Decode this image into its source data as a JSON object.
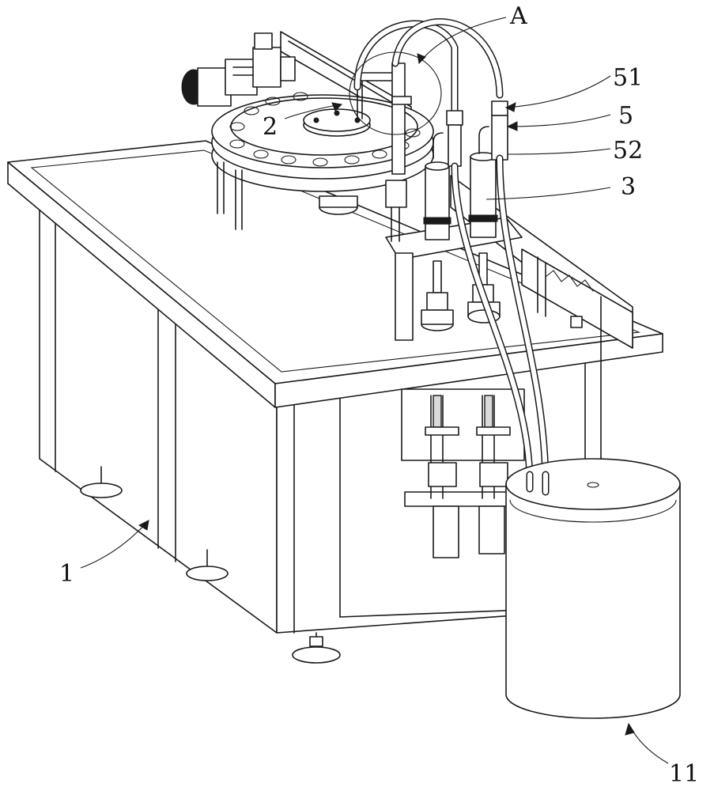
{
  "labels": {
    "a": "A",
    "l51": "51",
    "l5": "5",
    "l52": "52",
    "l3": "3",
    "l2": "2",
    "l1": "1",
    "l11": "11"
  },
  "colors": {
    "line": "#1a1a1a",
    "background": "#ffffff"
  }
}
